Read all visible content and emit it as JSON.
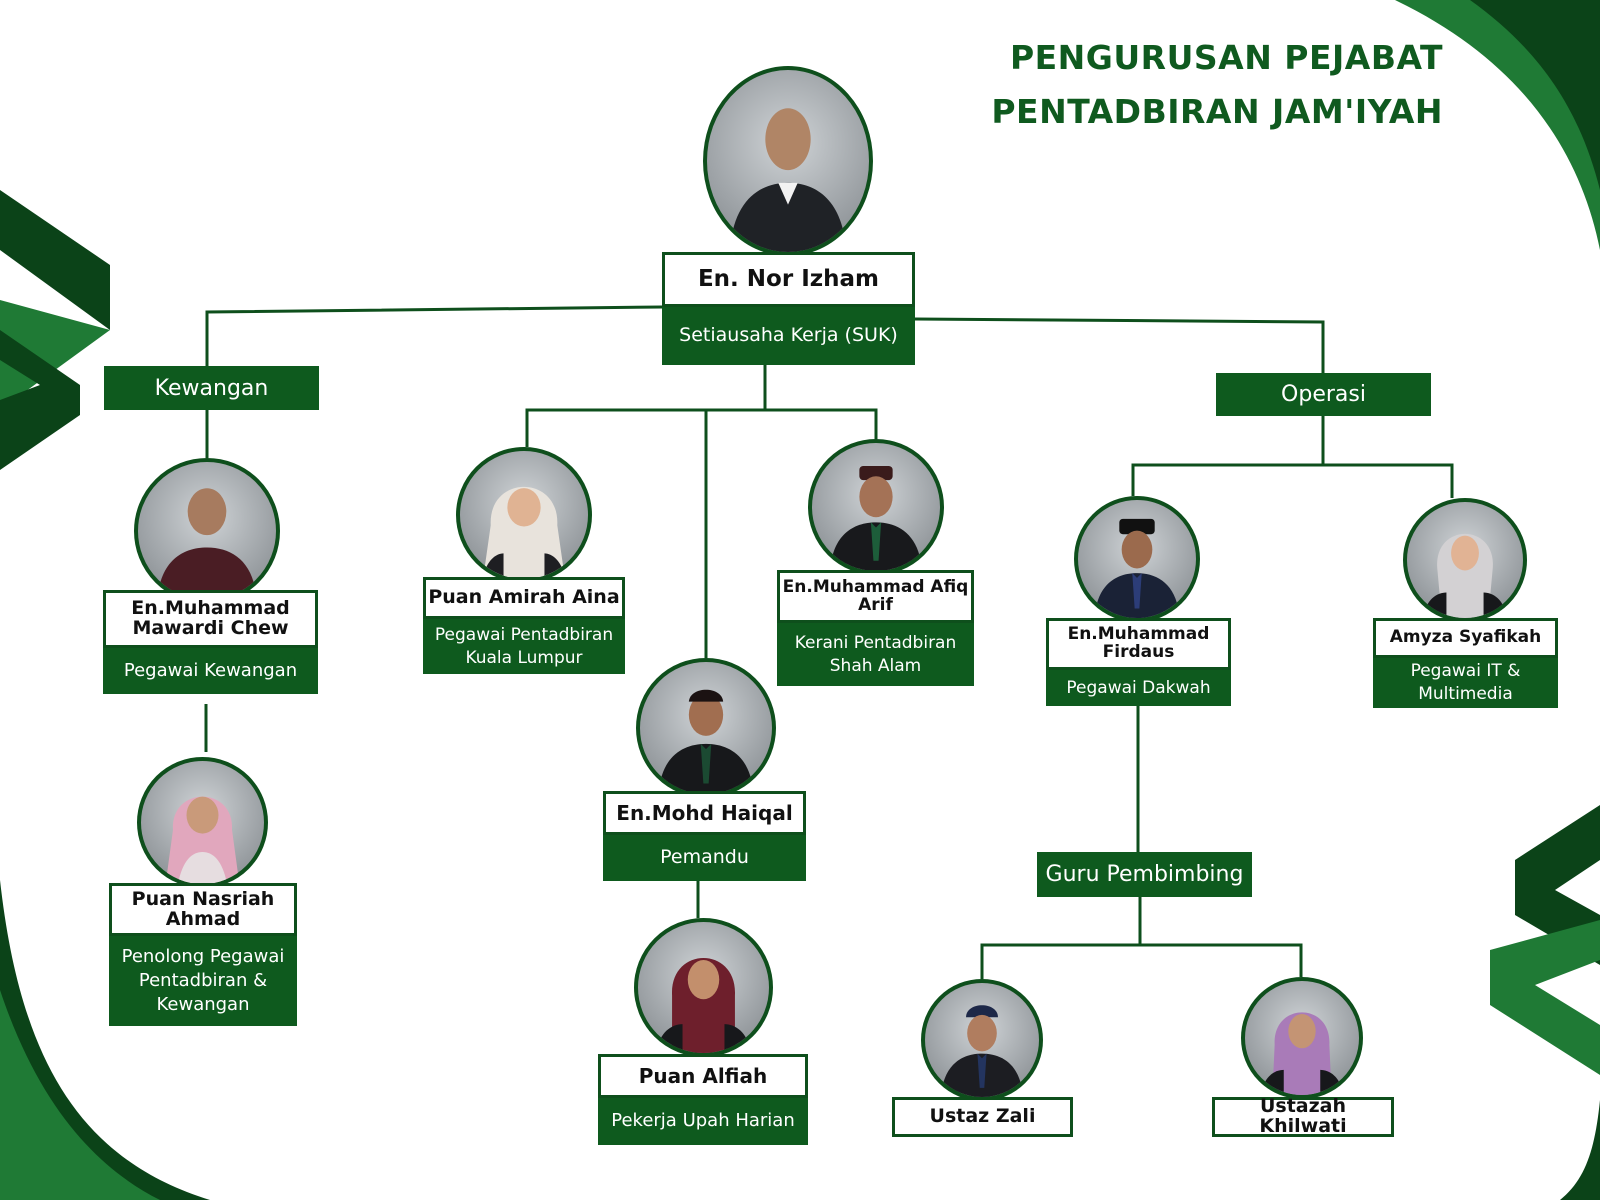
{
  "title": {
    "line1": "PENGURUSAN PEJABAT",
    "line2": "PENTADBIRAN JAM'IYAH"
  },
  "colors": {
    "brand_green": "#0e5a1e",
    "dark_green": "#0b4318",
    "mid_green": "#1f7a35",
    "title_green": "#0f5a1f"
  },
  "departments": {
    "kewangan": "Kewangan",
    "operasi": "Operasi",
    "guru": "Guru Pembimbing"
  },
  "people": {
    "nor_izham": {
      "name": "En. Nor Izham",
      "role": "Setiausaha Kerja (SUK)"
    },
    "mawardi": {
      "name": "En.Muhammad Mawardi Chew",
      "role": "Pegawai Kewangan"
    },
    "nasriah": {
      "name": "Puan Nasriah Ahmad",
      "role": "Penolong Pegawai Pentadbiran & Kewangan"
    },
    "amirah": {
      "name": "Puan Amirah Aina",
      "role": "Pegawai Pentadbiran Kuala Lumpur"
    },
    "afiq": {
      "name": "En.Muhammad Afiq Arif",
      "role": "Kerani Pentadbiran Shah Alam"
    },
    "haiqal": {
      "name": "En.Mohd Haiqal",
      "role": "Pemandu"
    },
    "alfiah": {
      "name": "Puan Alfiah",
      "role": "Pekerja Upah Harian"
    },
    "firdaus": {
      "name": "En.Muhammad Firdaus",
      "role": "Pegawai Dakwah"
    },
    "amyza": {
      "name": "Amyza Syafikah",
      "role": "Pegawai IT & Multimedia"
    },
    "zali": {
      "name": "Ustaz Zali"
    },
    "khilwati": {
      "name": "Ustazah Khilwati"
    }
  }
}
